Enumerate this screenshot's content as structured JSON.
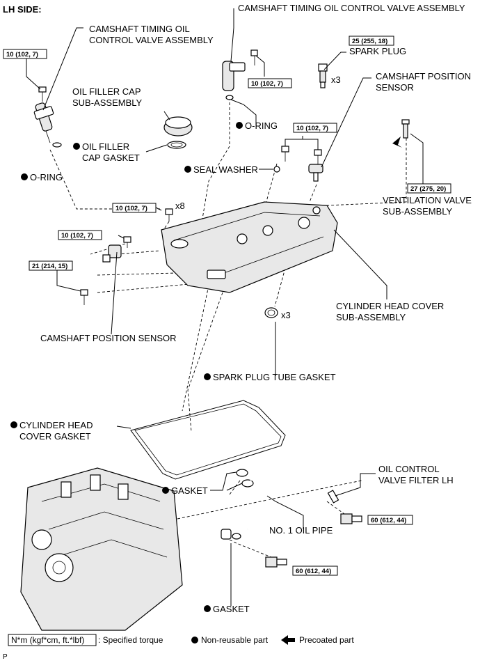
{
  "header": "LH SIDE:",
  "labels": {
    "ocv_left_1": "CAMSHAFT TIMING OIL",
    "ocv_left_2": "CONTROL VALVE ASSEMBLY",
    "ocv_right": "CAMSHAFT TIMING OIL CONTROL VALVE ASSEMBLY",
    "spark_plug": "SPARK PLUG",
    "cps_top_1": "CAMSHAFT POSITION",
    "cps_top_2": "SENSOR",
    "filler_cap_1": "OIL FILLER CAP",
    "filler_cap_2": "SUB-ASSEMBLY",
    "filler_gasket_1": "OIL FILLER",
    "filler_gasket_2": "CAP GASKET",
    "oring_right": "O-RING",
    "oring_left": "O-RING",
    "seal_washer": "SEAL WASHER",
    "vent_valve_1": "VENTILATION VALVE",
    "vent_valve_2": "SUB-ASSEMBLY",
    "head_cover_1": "CYLINDER HEAD COVER",
    "head_cover_2": "SUB-ASSEMBLY",
    "cps_bottom": "CAMSHAFT POSITION SENSOR",
    "tube_gasket": "SPARK PLUG TUBE GASKET",
    "cover_gasket_1": "CYLINDER HEAD",
    "cover_gasket_2": "COVER GASKET",
    "gasket_mid": "GASKET",
    "oil_pipe": "NO. 1 OIL PIPE",
    "ocv_filter_1": "OIL CONTROL",
    "ocv_filter_2": "VALVE FILTER LH",
    "gasket_bottom": "GASKET"
  },
  "torques": {
    "t_ocv_left": "10 (102, 7)",
    "t_ocv_right": "10 (102, 7)",
    "t_spark_plug": "25 (255, 18)",
    "t_cps_top": "10 (102, 7)",
    "t_vent_valve": "27 (275, 20)",
    "t_cover_bolts": "10 (102, 7)",
    "t_cps_bottom": "10 (102, 7)",
    "t_stud": "21 (214, 15)",
    "t_union_right": "60 (612, 44)",
    "t_union_bottom": "60 (612, 44)"
  },
  "quantities": {
    "spark_plug": "x3",
    "cover_bolts": "x8",
    "tube_gasket": "x3"
  },
  "legend": {
    "torque_box": "N*m (kgf*cm, ft.*lbf)",
    "torque_text": ": Specified torque",
    "nonreusable": "Non-reusable part",
    "precoated": "Precoated part"
  },
  "footer_code": "P"
}
